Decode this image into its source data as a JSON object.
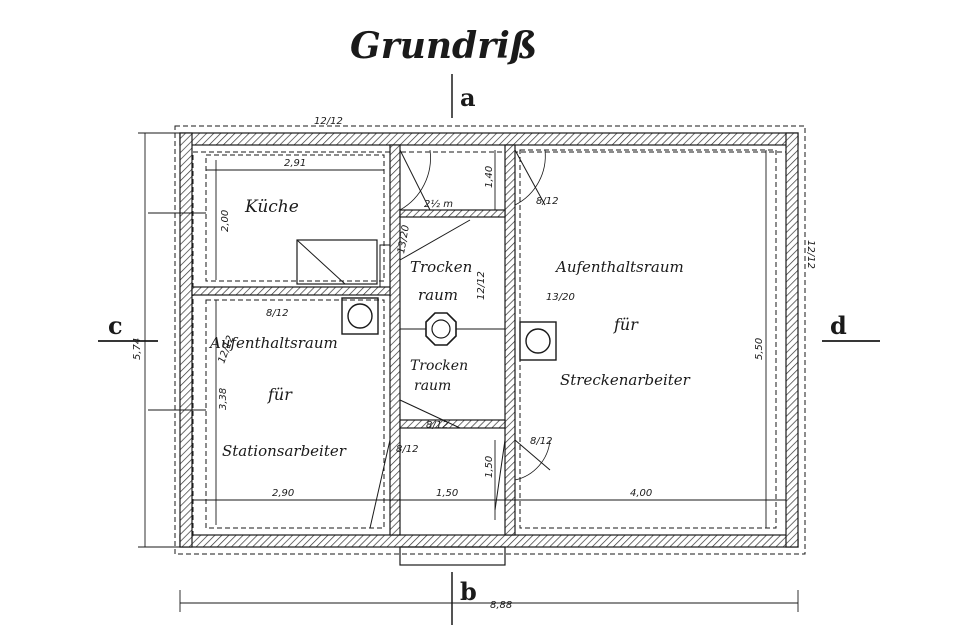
{
  "title": "Grundriß",
  "section_marks": {
    "top": "a",
    "bottom": "b",
    "left": "c",
    "right": "d"
  },
  "rooms": {
    "kueche": "Küche",
    "station_line1": "Aufenthaltsraum",
    "station_line2": "für",
    "station_line3": "Stationsarbeiter",
    "trocken1_line1": "Trocken",
    "trocken1_line2": "raum",
    "trocken2_line1": "Trocken",
    "trocken2_line2": "raum",
    "strecke_line1": "Aufenthaltsraum",
    "strecke_line2": "für",
    "strecke_line3": "Streckenarbeiter"
  },
  "dimensions": {
    "d_2_91": "2,91",
    "d_2_00": "2,00",
    "d_3_38": "3,38",
    "d_5_74": "5,74",
    "d_5_50": "5,50",
    "d_2_90": "2,90",
    "d_1_50": "1,50",
    "d_4_00": "4,00",
    "d_8_88": "8,88",
    "d_1_40": "1,40",
    "d_1_50_v": "1,50",
    "d_2_12": "2½ m"
  },
  "sizes": {
    "s_12_12_top": "12/12",
    "s_12_12_right": "12/12",
    "s_12_12_left": "12/12",
    "s_8_12_a": "8/12",
    "s_8_12_b": "8/12",
    "s_8_12_c": "8/12",
    "s_8_12_d": "8/12",
    "s_8_12_e": "8/12",
    "s_13_20_a": "13/20",
    "s_13_20_b": "13/20",
    "s_12_12_mid": "12/12"
  }
}
